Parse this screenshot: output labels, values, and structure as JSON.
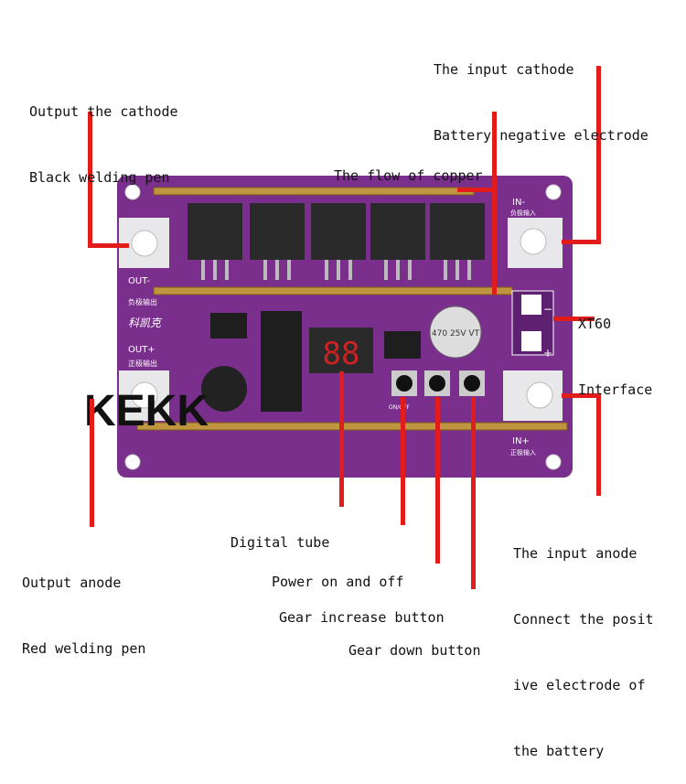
{
  "labels": {
    "output_cathode": [
      "Output the cathode",
      "Black welding pen"
    ],
    "input_cathode": [
      "The input cathode",
      "Battery negative electrode"
    ],
    "copper_flow": [
      "The flow of copper"
    ],
    "xt60": [
      "XT60",
      "Interface"
    ],
    "digital_tube": [
      "Digital tube"
    ],
    "power": [
      "Power on and off"
    ],
    "gear_increase": [
      "Gear increase button"
    ],
    "gear_down": [
      "Gear down button"
    ],
    "output_anode": [
      "Output anode",
      "Red welding pen"
    ],
    "input_anode": [
      "The input anode",
      "Connect the posit",
      "ive electrode of",
      "the battery"
    ]
  },
  "board": {
    "watermark": "KEKK",
    "silk_out_minus": "OUT-",
    "silk_out_minus_cn": "负极输出",
    "silk_out_plus": "OUT+",
    "silk_out_plus_cn": "正极输出",
    "silk_in_minus": "IN-",
    "silk_in_minus_cn": "负极输入",
    "silk_in_plus": "IN+",
    "silk_in_plus_cn": "正极输入",
    "silk_brand": "科凯克",
    "silk_onoff": "ON/OFF",
    "capacitor_text": "470 25V VT",
    "xt60_minus": "−",
    "xt60_plus": "+",
    "display_digits": "88"
  },
  "colors": {
    "pcb": "#7a2f8c",
    "pcb_dark": "#5e2070",
    "copper": "#b68a3a",
    "leader": "#e21b1b",
    "pad": "#e8e8ea"
  }
}
